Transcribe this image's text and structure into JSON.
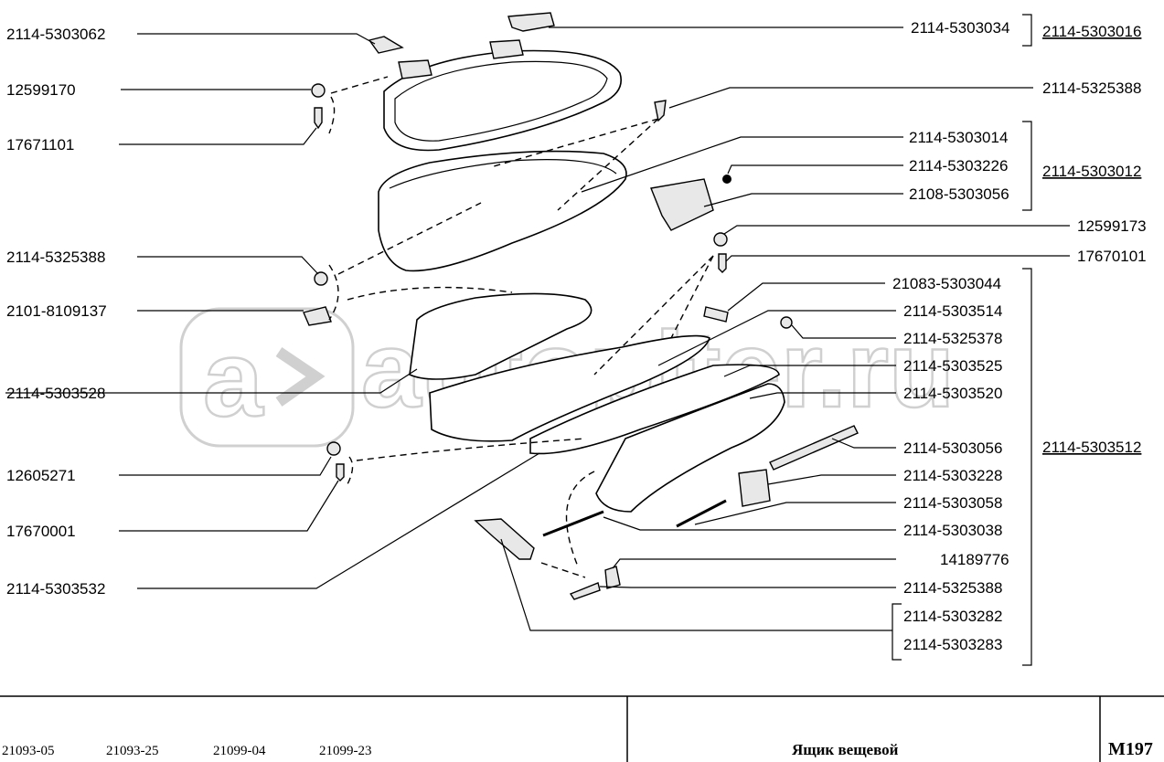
{
  "title": "Ящик вещевой",
  "code": "M197",
  "watermark": "autopiter.ru",
  "models": [
    "21093-05",
    "21093-25",
    "21099-04",
    "21099-23"
  ],
  "left_labels": [
    "2114-5303062",
    "12599170",
    "17671101",
    "2114-5325388",
    "2101-8109137",
    "2114-5303528",
    "12605271",
    "17670001",
    "2114-5303532"
  ],
  "right_labels": [
    "2114-5303034",
    "2114-5325388",
    "2114-5303014",
    "2114-5303226",
    "2108-5303056",
    "12599173",
    "17670101",
    "21083-5303044",
    "2114-5303514",
    "2114-5325378",
    "2114-5303525",
    "2114-5303520",
    "2114-5303056",
    "2114-5303228",
    "2114-5303058",
    "2114-5303038",
    "14189776",
    "2114-5325388",
    "2114-5303282",
    "2114-5303283"
  ],
  "assembly_labels": [
    "2114-5303016",
    "2114-5303012",
    "2114-5303512"
  ]
}
